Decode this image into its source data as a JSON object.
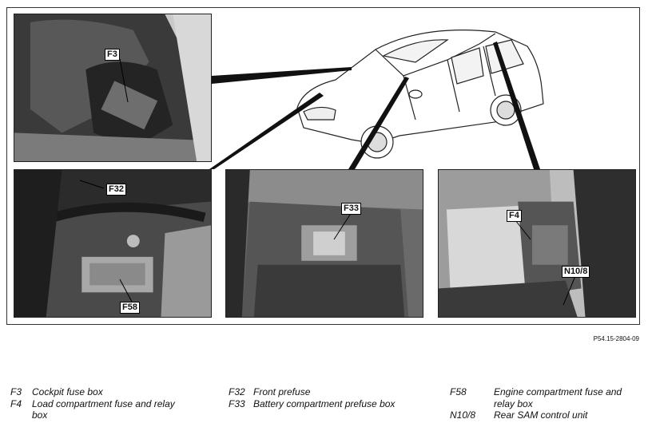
{
  "callouts": {
    "f3": "F3",
    "f32": "F32",
    "f58": "F58",
    "f33": "F33",
    "f4": "F4",
    "n10": "N10/8"
  },
  "reference": "P54.15-2804-09",
  "legend": [
    {
      "code": "F3",
      "text": "Cockpit fuse box"
    },
    {
      "code": "F4",
      "text": "Load compartment fuse and relay",
      "text2": "box"
    },
    {
      "code": "F32",
      "text": "Front prefuse"
    },
    {
      "code": "F33",
      "text": "Battery compartment prefuse box"
    },
    {
      "code": "F58",
      "text": "Engine compartment fuse and",
      "text2": "relay box"
    },
    {
      "code": "N10/8",
      "text": "Rear SAM control unit"
    }
  ]
}
